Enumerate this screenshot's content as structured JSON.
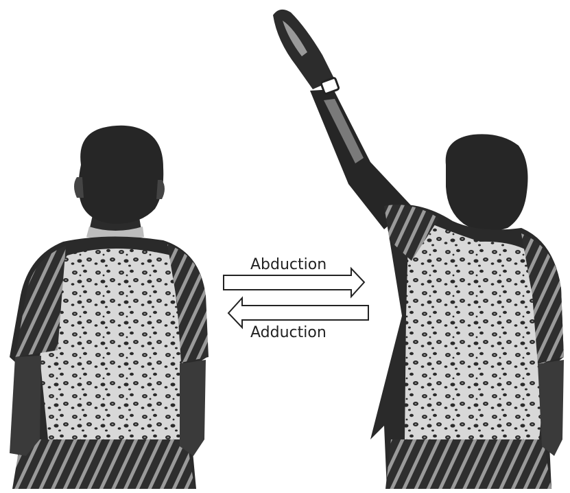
{
  "labels": {
    "abduction": "Abduction",
    "adduction": "Adduction"
  },
  "figures": [
    {
      "name": "person-arm-lowered",
      "pose": "arms at sides, viewed from back"
    },
    {
      "name": "person-arm-raised",
      "pose": "left arm raised overhead to the side, viewed from back"
    }
  ],
  "colors": {
    "background": "#ffffff",
    "silhouette": "#262626",
    "shirt_pattern_light": "#d4d4d4",
    "arrow_fill": "#ffffff",
    "arrow_stroke": "#222222",
    "text": "#222222"
  },
  "arrows": [
    {
      "name": "abduction-arrow",
      "direction": "right"
    },
    {
      "name": "adduction-arrow",
      "direction": "left"
    }
  ]
}
